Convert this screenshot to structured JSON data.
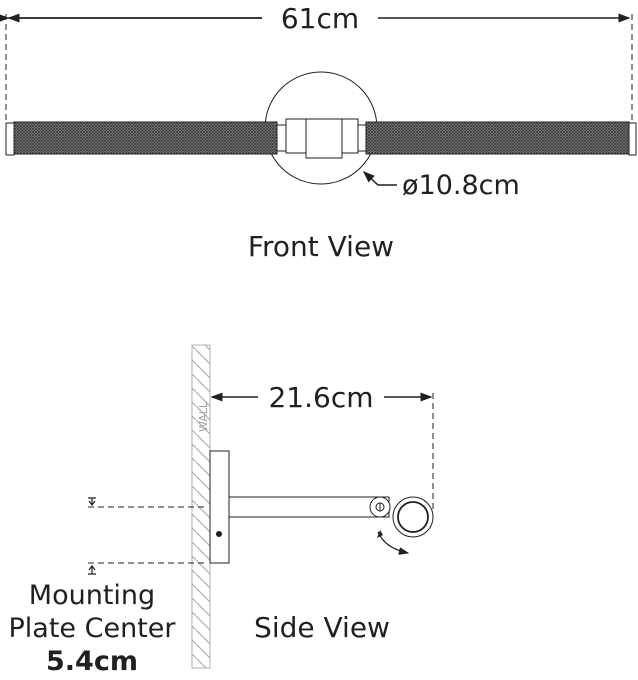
{
  "front_view": {
    "width_label": "61cm",
    "diameter_label": "ø10.8cm",
    "title": "Front View"
  },
  "side_view": {
    "wall_label": "WALL",
    "projection_label": "21.6cm",
    "mounting_label_line1": "Mounting",
    "mounting_label_line2": "Plate Center",
    "mounting_value": "5.4cm",
    "title": "Side View"
  },
  "colors": {
    "line": "#231f20",
    "hatch": "#4a4a4a",
    "wall": "#b0b0b0"
  }
}
